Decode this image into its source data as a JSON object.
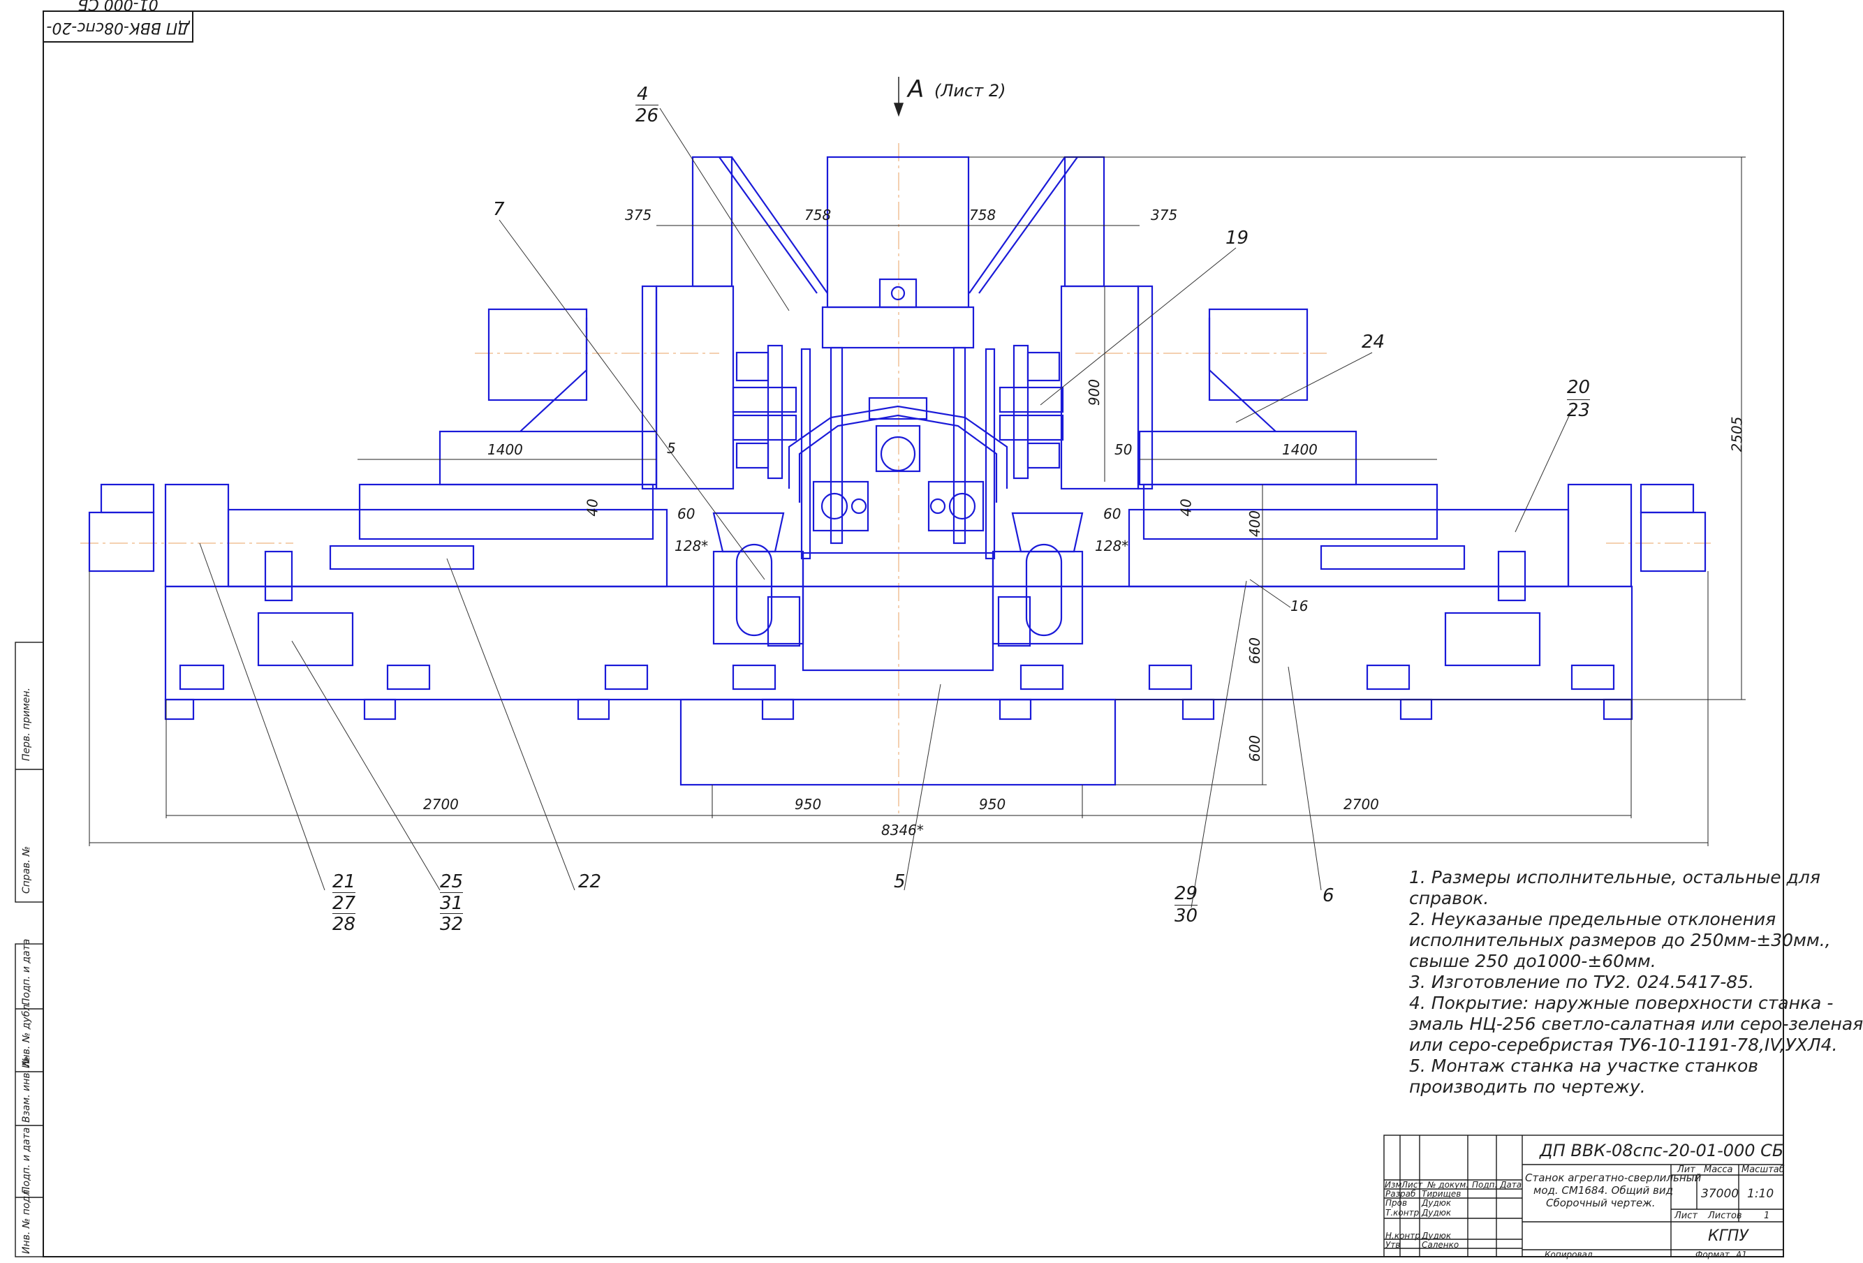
{
  "stamp_top": "ДП ВВК-08спс-20-01-000 СБ",
  "view_marker": {
    "letter": "A",
    "note": "(Лист 2)"
  },
  "dimensions": {
    "d375_left": "375",
    "d758_left": "758",
    "d758_right": "758",
    "d375_right": "375",
    "d1400_left": "1400",
    "d1400_right": "1400",
    "d5": "5",
    "d50": "50",
    "d40_left": "40",
    "d40_right": "40",
    "d60_left": "60",
    "d60_right": "60",
    "d128_left": "128*",
    "d128_right": "128*",
    "d900": "900",
    "d2505": "2505",
    "d400": "400",
    "d16": "16",
    "d660": "660",
    "d600": "600",
    "d2700_left": "2700",
    "d950_left": "950",
    "d950_right": "950",
    "d2700_right": "2700",
    "d8346": "8346*"
  },
  "callouts": {
    "c4": "4",
    "c26": "26",
    "c7": "7",
    "c19": "19",
    "c24": "24",
    "c20": "20",
    "c23": "23",
    "c21": "21",
    "c27": "27",
    "c28": "28",
    "c25": "25",
    "c31": "31",
    "c32": "32",
    "c22": "22",
    "c5": "5",
    "c29": "29",
    "c30": "30",
    "c6": "6"
  },
  "notes": [
    "1.  Размеры исполнительные, остальные для",
    "справок.",
    "2. Неуказаные предельные отклонения",
    "  исполнительных размеров до 250мм-±30мм.,",
    "  свыше 250 до1000-±60мм.",
    "3. Изготовление по ТУ2. 024.5417-85.",
    "4. Покрытие: наружные поверхности станка -",
    "эмаль НЦ-256 светло-салатная или серо-зеленая",
    " или серо-серебристая ТУ6-10-1191-78,IV,УХЛ4.",
    "5. Монтаж станка на участке станков",
    "  производить по чертежу."
  ],
  "title_block": {
    "designation": "ДП ВВК-08спс-20-01-000 СБ",
    "name_lines": [
      "Станок агрегатно-сверлильный",
      "мод. СМ1684. Общий вид",
      "Сборочный чертеж."
    ],
    "col_headers": {
      "izm": "Изм",
      "list": "Лист",
      "doc": "№ докум.",
      "podp": "Подп.",
      "data": "Дата"
    },
    "roles": [
      "Разраб",
      "Пров",
      "Т.контр",
      "",
      "Н.контр",
      "Утв"
    ],
    "people": [
      "Тирищев",
      "Дудюк",
      "Дудюк",
      "",
      "Дудюк",
      "Саленко"
    ],
    "lit": "Лит",
    "mass": "Масса",
    "scale": "Масштаб",
    "mass_value": "37000",
    "scale_value": "1:10",
    "sheet": "Лист",
    "sheets": "Листов",
    "sheets_value": "1",
    "org": "КГПУ",
    "copied": "Копировал",
    "format": "Формат",
    "format_value": "А1"
  },
  "side_column": [
    "Перв. примен.",
    "Справ. №",
    "Подп. и дата",
    "Инв. № дубл.",
    "Взам. инв. №",
    "Подп. и дата",
    "Инв. № подл."
  ]
}
